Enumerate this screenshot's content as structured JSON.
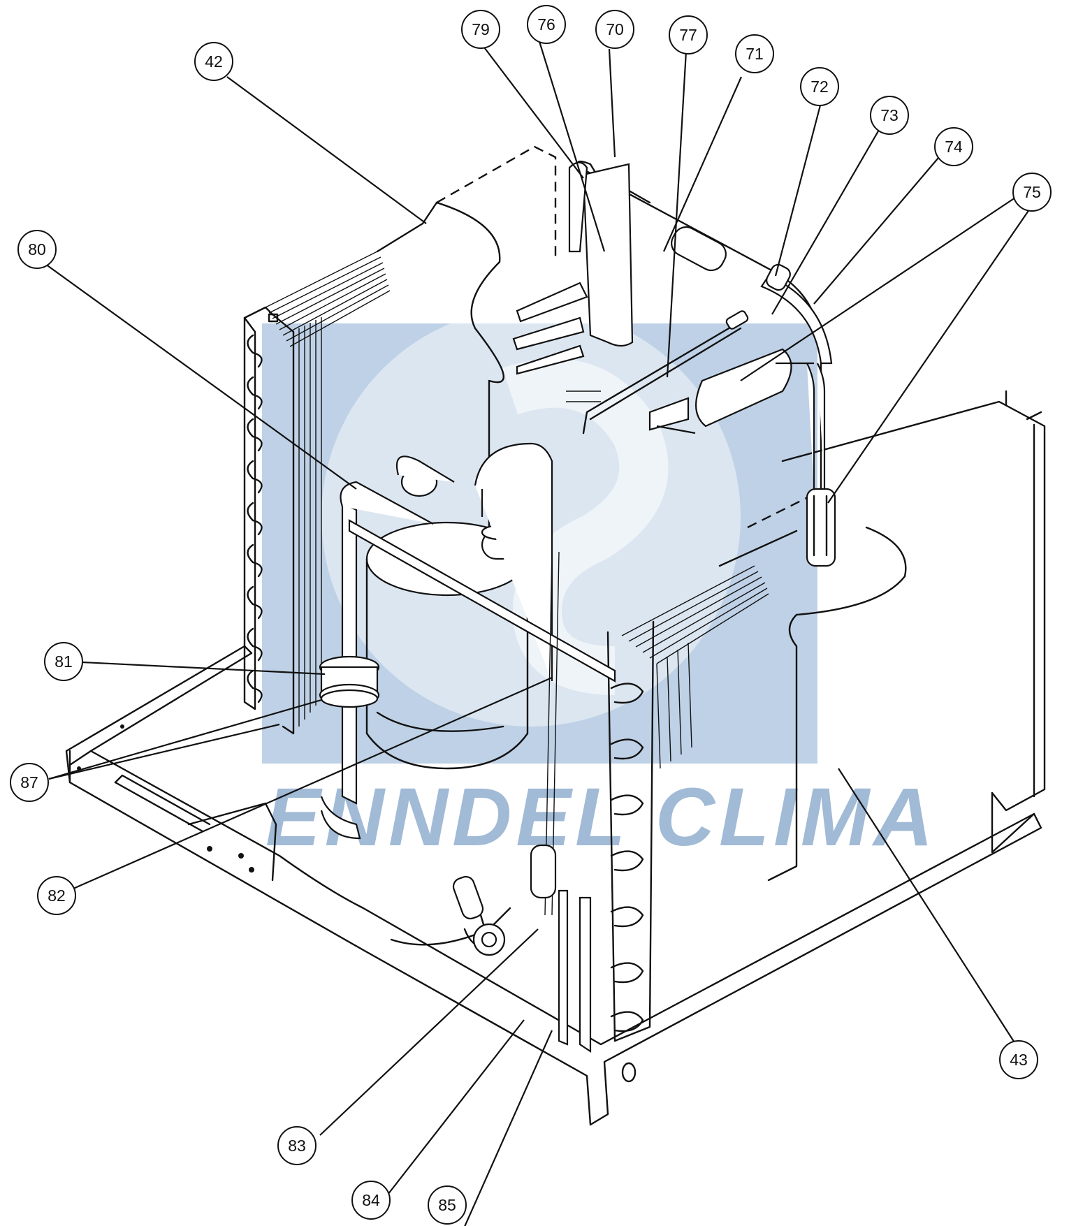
{
  "diagram": {
    "watermark_text": "ENNDEL CLIMA",
    "callouts": [
      {
        "id": "c42",
        "label": "42"
      },
      {
        "id": "c79",
        "label": "79"
      },
      {
        "id": "c76",
        "label": "76"
      },
      {
        "id": "c70",
        "label": "70"
      },
      {
        "id": "c77",
        "label": "77"
      },
      {
        "id": "c71",
        "label": "71"
      },
      {
        "id": "c72",
        "label": "72"
      },
      {
        "id": "c73",
        "label": "73"
      },
      {
        "id": "c74",
        "label": "74"
      },
      {
        "id": "c75",
        "label": "75"
      },
      {
        "id": "c80",
        "label": "80"
      },
      {
        "id": "c81",
        "label": "81"
      },
      {
        "id": "c87",
        "label": "87"
      },
      {
        "id": "c82",
        "label": "82"
      },
      {
        "id": "c83",
        "label": "83"
      },
      {
        "id": "c84",
        "label": "84"
      },
      {
        "id": "c85",
        "label": "85"
      },
      {
        "id": "c43",
        "label": "43"
      }
    ],
    "colors": {
      "ink": "#111111",
      "watermark": "#a9c2de"
    }
  }
}
